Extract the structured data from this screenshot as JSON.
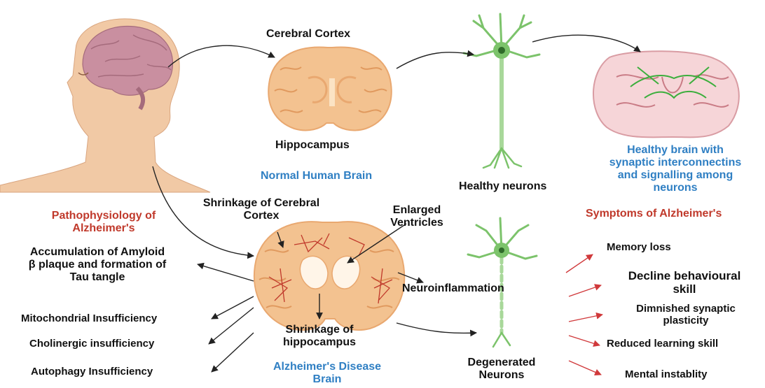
{
  "colors": {
    "label": "#111111",
    "blue_caption": "#2f7fc3",
    "red_caption": "#c0392b",
    "arrow_dark": "#222222",
    "arrow_red": "#d0393b",
    "brain_orange": "#f3c290",
    "brain_fold": "#e9a870",
    "neuron_green": "#7cc36b",
    "nerve_red": "#c0392b",
    "head_skin": "#f1c9a5",
    "brain_pink": "#c98fa0",
    "connection_green": "#3cae3c"
  },
  "icons": [
    "human-head-with-brain-icon",
    "normal-brain-coronal-icon",
    "healthy-neuron-icon",
    "connected-brain-icon",
    "alzheimers-brain-coronal-icon",
    "degenerated-neuron-icon"
  ],
  "labels": {
    "cerebral_cortex": "Cerebral Cortex",
    "hippocampus": "Hippocampus",
    "normal_brain": "Normal Human Brain",
    "healthy_neurons": "Healthy neurons",
    "healthy_brain": [
      "Healthy brain with",
      "synaptic interconnectins",
      "and signalling among",
      "neurons"
    ],
    "symptoms_title": "Symptoms of Alzheimer's",
    "patho_title": [
      "Pathophysiology of",
      "Alzheimer's"
    ],
    "shrinkage_cortex": [
      "Shrinkage of Cerebral",
      "Cortex"
    ],
    "enlarged_ventricles": [
      "Enlarged",
      "Ventricles"
    ],
    "neuroinflammation": "Neuroinflammation",
    "amyloid": [
      "Accumulation of Amyloid",
      "β plaque and formation of",
      "Tau tangle"
    ],
    "mitochondrial": "Mitochondrial Insufficiency",
    "cholinergic": "Cholinergic insufficiency",
    "autophagy": "Autophagy Insufficiency",
    "shrinkage_hippo": [
      "Shrinkage of",
      "hippocampus"
    ],
    "ad_brain": [
      "Alzheimer's Disease",
      "Brain"
    ],
    "degenerated": [
      "Degenerated",
      "Neurons"
    ]
  },
  "symptoms": [
    "Memory loss",
    [
      "Decline behavioural",
      "skill"
    ],
    [
      "Dimnished synaptic",
      "plasticity"
    ],
    "Reduced learning skill",
    "Mental instablity"
  ]
}
